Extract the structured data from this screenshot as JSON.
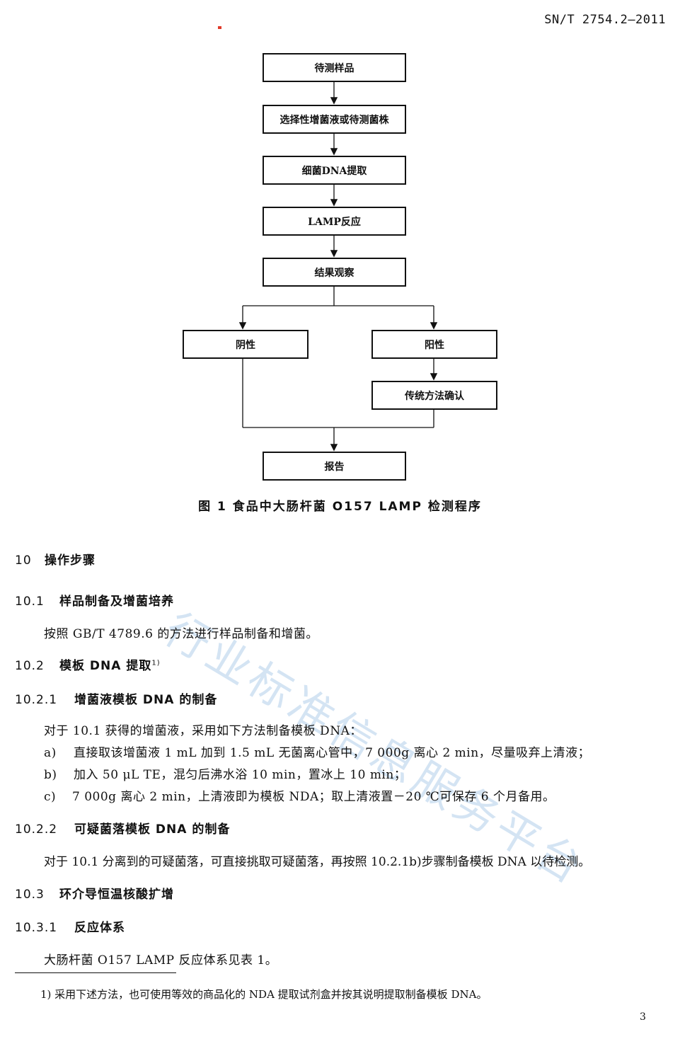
{
  "header": {
    "doc_code": "SN/T 2754.2—2011"
  },
  "flowchart": {
    "boxes": {
      "sample": "待测样品",
      "enrich": "选择性增菌液或待测菌株",
      "dna": "细菌DNA提取",
      "lamp": "LAMP反应",
      "observe": "结果观察",
      "negative": "阴性",
      "positive": "阳性",
      "confirm": "传统方法确认",
      "report": "报告"
    },
    "caption": "图 1   食品中大肠杆菌 O157 LAMP 检测程序"
  },
  "sections": {
    "s10": {
      "num": "10",
      "title": "操作步骤"
    },
    "s10_1": {
      "num": "10.1",
      "title": "样品制备及增菌培养",
      "body": "按照 GB/T 4789.6 的方法进行样品制备和增菌。"
    },
    "s10_2": {
      "num": "10.2",
      "title": "模板 DNA 提取",
      "footnote_ref": "1)"
    },
    "s10_2_1": {
      "num": "10.2.1",
      "title": "增菌液模板 DNA 的制备",
      "intro": "对于 10.1 获得的增菌液，采用如下方法制备模板 DNA：",
      "items": [
        {
          "label": "a)",
          "text": "直接取该增菌液 1 mL 加到 1.5 mL 无菌离心管中，7 000g 离心 2 min，尽量吸弃上清液；"
        },
        {
          "label": "b)",
          "text": "加入 50 μL TE，混匀后沸水浴 10 min，置冰上 10 min；"
        },
        {
          "label": "c)",
          "text": "7 000g 离心 2 min，上清液即为模板 NDA；取上清液置－20 ℃可保存 6 个月备用。"
        }
      ]
    },
    "s10_2_2": {
      "num": "10.2.2",
      "title": "可疑菌落模板 DNA 的制备",
      "body": "对于 10.1 分离到的可疑菌落，可直接挑取可疑菌落，再按照 10.2.1b)步骤制备模板 DNA 以待检测。"
    },
    "s10_3": {
      "num": "10.3",
      "title": "环介导恒温核酸扩增"
    },
    "s10_3_1": {
      "num": "10.3.1",
      "title": "反应体系",
      "body": "大肠杆菌 O157 LAMP 反应体系见表 1。"
    }
  },
  "footnote": "1)   采用下述方法，也可使用等效的商品化的 NDA 提取试剂盒并按其说明提取制备模板 DNA。",
  "page_number": "3",
  "watermark": "行业标准信息服务平台"
}
